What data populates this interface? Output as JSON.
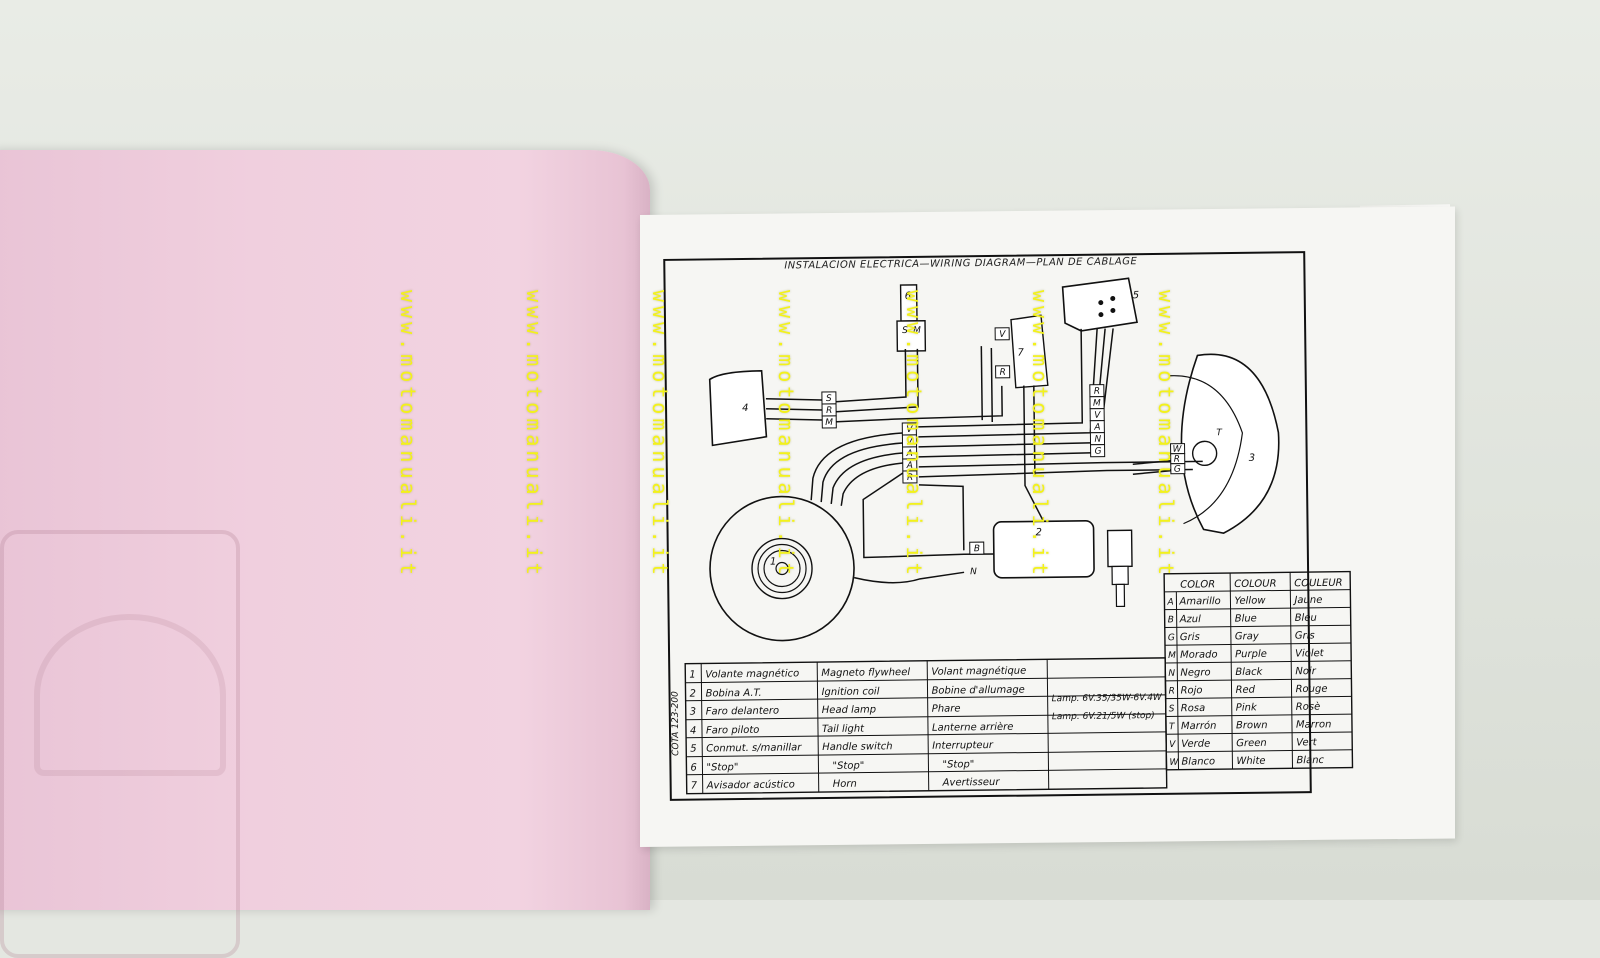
{
  "watermark": {
    "text": "www.motomanuali.it"
  },
  "diagram": {
    "title": "INSTALACION ELECTRICA—WIRING DIAGRAM—PLAN DE CABLAGE",
    "model": "COTA 123-200",
    "component_numbers": [
      "1",
      "2",
      "3",
      "4",
      "5",
      "6",
      "7"
    ]
  },
  "parts": {
    "rows": [
      {
        "num": "1",
        "es": "Volante magnético",
        "en": "Magneto flywheel",
        "fr": "Volant magnétique",
        "lamp": ""
      },
      {
        "num": "2",
        "es": "Bobina A.T.",
        "en": "Ignition coil",
        "fr": "Bobine d'allumage",
        "lamp": ""
      },
      {
        "num": "3",
        "es": "Faro delantero",
        "en": "Head lamp",
        "fr": "Phare",
        "lamp": "Lamp. 6V.35/35W-6V.4W"
      },
      {
        "num": "4",
        "es": "Faro piloto",
        "en": "Tail light",
        "fr": "Lanterne arrière",
        "lamp": "Lamp. 6V.21/5W (stop)"
      },
      {
        "num": "5",
        "es": "Conmut. s/manillar",
        "en": "Handle switch",
        "fr": "Interrupteur",
        "lamp": ""
      },
      {
        "num": "6",
        "es": "\"Stop\"",
        "en": "\"Stop\"",
        "fr": "\"Stop\"",
        "lamp": ""
      },
      {
        "num": "7",
        "es": "Avisador acústico",
        "en": "Horn",
        "fr": "Avertisseur",
        "lamp": ""
      }
    ]
  },
  "colors": {
    "headers": [
      "COLOR",
      "COLOUR",
      "COULEUR"
    ],
    "rows": [
      {
        "code": "A",
        "es": "Amarillo",
        "en": "Yellow",
        "fr": "Jaune"
      },
      {
        "code": "B",
        "es": "Azul",
        "en": "Blue",
        "fr": "Bleu"
      },
      {
        "code": "G",
        "es": "Gris",
        "en": "Gray",
        "fr": "Gris"
      },
      {
        "code": "M",
        "es": "Morado",
        "en": "Purple",
        "fr": "Violet"
      },
      {
        "code": "N",
        "es": "Negro",
        "en": "Black",
        "fr": "Noir"
      },
      {
        "code": "R",
        "es": "Rojo",
        "en": "Red",
        "fr": "Rouge"
      },
      {
        "code": "S",
        "es": "Rosa",
        "en": "Pink",
        "fr": "Rosè"
      },
      {
        "code": "T",
        "es": "Marrón",
        "en": "Brown",
        "fr": "Marron"
      },
      {
        "code": "V",
        "es": "Verde",
        "en": "Green",
        "fr": "Vert"
      },
      {
        "code": "W",
        "es": "Blanco",
        "en": "White",
        "fr": "Blanc"
      }
    ]
  },
  "wire_codes": {
    "tail_block": [
      "S",
      "R",
      "M"
    ],
    "center_block": [
      "V",
      "V",
      "A",
      "A",
      "R"
    ],
    "right_block": [
      "R",
      "M",
      "V",
      "A",
      "N",
      "G"
    ],
    "head_block": [
      "W",
      "R",
      "G"
    ],
    "stop_block": [
      "S",
      "M"
    ],
    "horn_block": [
      "V",
      "R"
    ],
    "coil_block": [
      "B",
      "N"
    ]
  },
  "palette": {
    "watermark": "#f3f21a",
    "pink_page": "#f0cfde",
    "white_page": "#f6f6f3",
    "ink": "#111111"
  }
}
